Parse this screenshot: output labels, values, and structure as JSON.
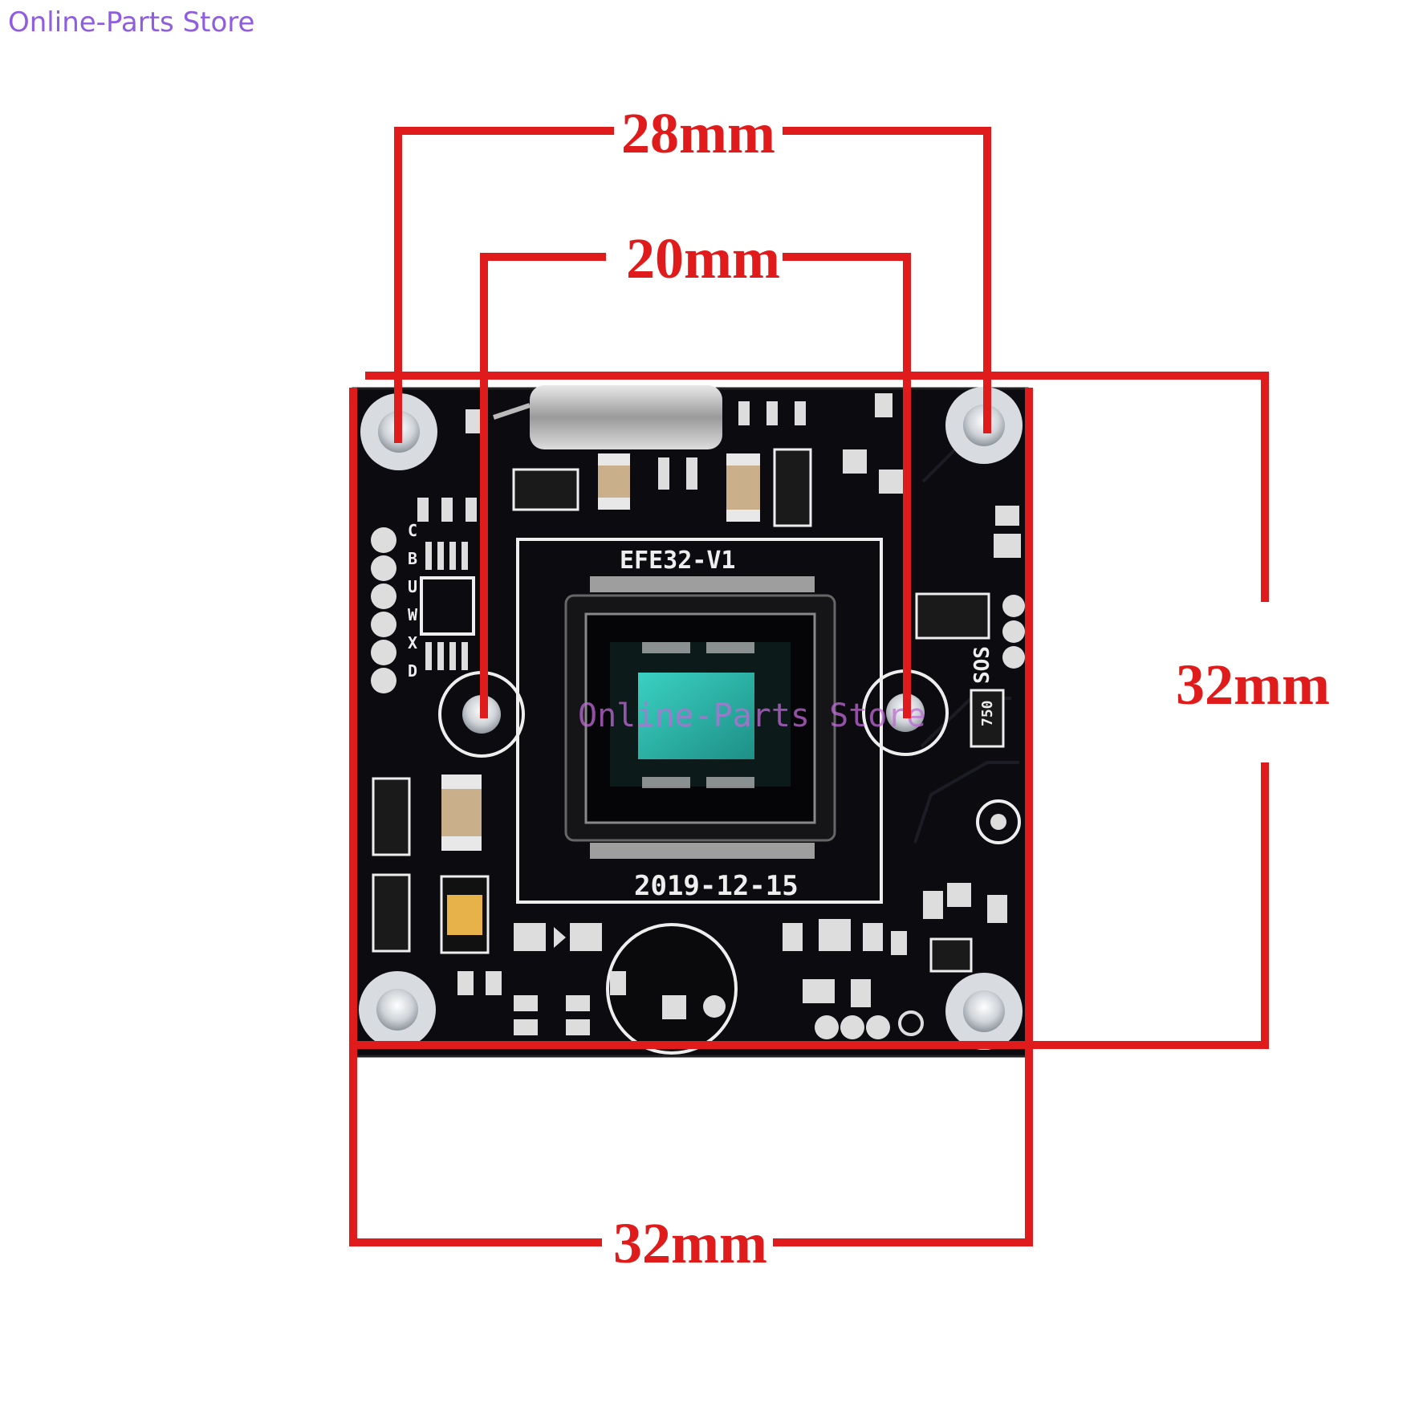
{
  "watermark": {
    "text": "Online-Parts Store"
  },
  "dimensions": {
    "top_outer": "28mm",
    "top_inner": "20mm",
    "right": "32mm",
    "bottom": "32mm"
  },
  "board": {
    "model_label": "EFE32-V1",
    "date_label": "2019-12-15",
    "side_label": "SOS",
    "resistor_label": "750",
    "pin_labels": [
      "C",
      "B",
      "U",
      "W",
      "X",
      "D"
    ]
  },
  "colors": {
    "dimension_red": "#e01b1b",
    "pcb_black": "#0c0c10",
    "silkscreen": "#eeeeee",
    "watermark": "#8e5de0"
  }
}
